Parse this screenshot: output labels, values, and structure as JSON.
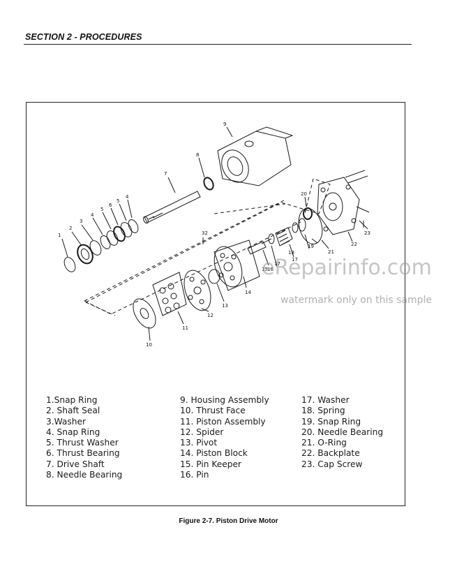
{
  "header": {
    "section_title": "SECTION 2 - PROCEDURES"
  },
  "figure": {
    "caption": "Figure 2-7.  Piston Drive Motor",
    "callouts": [
      "1",
      "2",
      "3",
      "4",
      "5",
      "6",
      "5",
      "4",
      "7",
      "8",
      "9",
      "10",
      "11",
      "12",
      "13",
      "14",
      "15",
      "16",
      "17",
      "17",
      "18",
      "19",
      "20",
      "21",
      "22",
      "23",
      "32"
    ],
    "legend": {
      "column1": [
        "1.Snap Ring",
        "2. Shaft Seal",
        "3.Washer",
        "4. Snap Ring",
        "5. Thrust Washer",
        "6. Thrust Bearing",
        "7. Drive Shaft",
        "8. Needle Bearing"
      ],
      "column2": [
        "9. Housing Assembly",
        "10. Thrust Face",
        "11. Piston Assembly",
        "12. Spider",
        "13. Pivot",
        "14. Piston Block",
        "15. Pin Keeper",
        "16. Pin"
      ],
      "column3": [
        "17. Washer",
        "18. Spring",
        "19. Snap Ring",
        "20. Needle Bearing",
        "21. O-Ring",
        "22. Backplate",
        "23. Cap Screw"
      ]
    }
  },
  "watermark": {
    "site": "eRepairinfo.com",
    "note": "watermark only on this sample"
  }
}
